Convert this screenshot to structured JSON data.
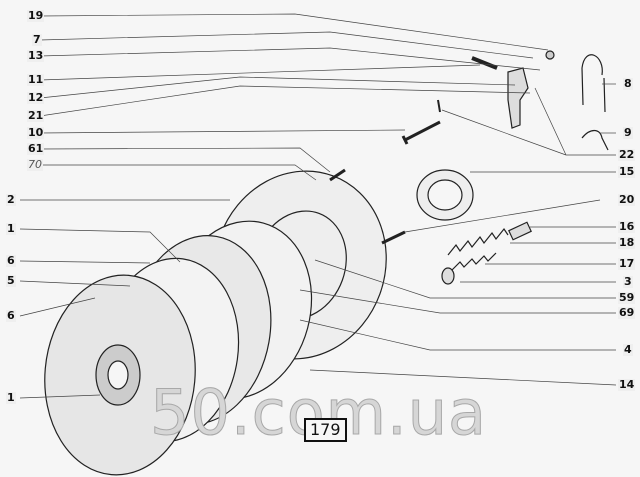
{
  "figure_number": "179",
  "watermark": "50.com.ua",
  "labels_left": [
    "2",
    "1",
    "6",
    "5",
    "6",
    "1"
  ],
  "labels_right": [
    "19",
    "7",
    "13",
    "11",
    "12",
    "21",
    "10",
    "61",
    "70",
    "8",
    "9",
    "22",
    "15",
    "20",
    "16",
    "18",
    "17",
    "3",
    "59",
    "69",
    "4",
    "14"
  ]
}
